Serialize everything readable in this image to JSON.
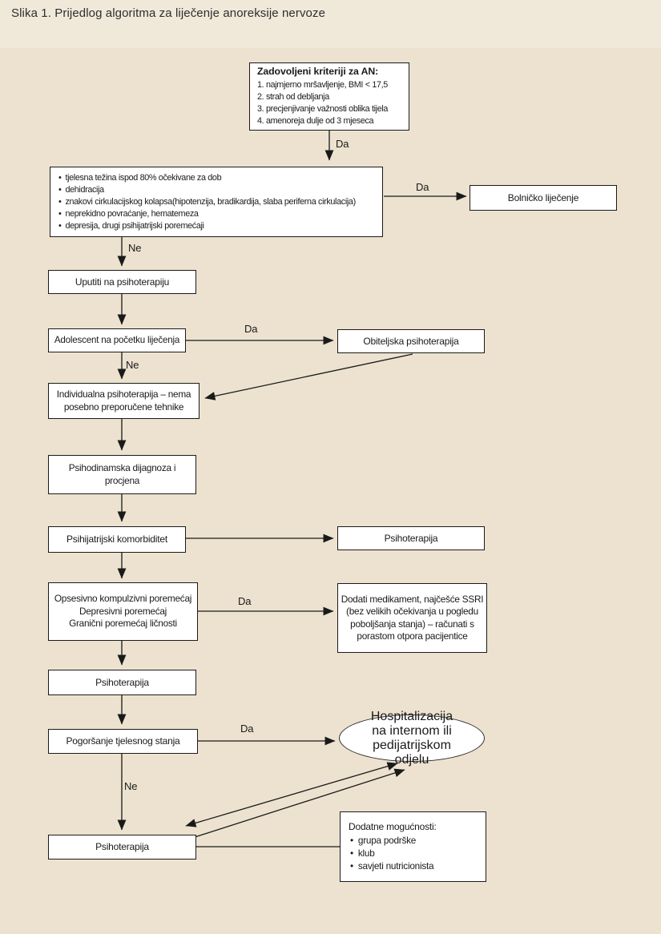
{
  "title": "Slika 1. Prijedlog algoritma za liječenje anoreksije nervoze",
  "colors": {
    "page_background": "#f0e9da",
    "diagram_background": "#ece2cf",
    "box_background": "#ffffff",
    "box_border": "#1a1a1a",
    "text": "#1a1a1a"
  },
  "flowchart": {
    "edge_labels": {
      "da": "Da",
      "ne": "Ne"
    },
    "nodes": {
      "criteria": {
        "heading": "Zadovoljeni kriteriji za AN:",
        "items": [
          "1. najmjerno mršavljenje, BMI < 17,5",
          "2. strah od debljanja",
          "3. precjenjivanje važnosti oblika tijela",
          "4. amenoreja dulje od 3 mjeseca"
        ]
      },
      "indications": {
        "items": [
          "tjelesna težina ispod 80% očekivane za dob",
          "dehidracija",
          "znakovi cirkulacijskog kolapsa(hipotenzija, bradikardija, slaba periferna cirkulacija)",
          "neprekidno povraćanje, hematemeza",
          "depresija, drugi psihijatrijski poremećaji"
        ]
      },
      "bolnicko": {
        "label": "Bolničko liječenje"
      },
      "uputiti": {
        "label": "Uputiti na psihoterapiju"
      },
      "adolescent": {
        "label": "Adolescent na početku liječenja"
      },
      "obiteljska": {
        "label": "Obiteljska psihoterapija"
      },
      "individualna": {
        "lines": [
          "Individualna psihoterapija – nema",
          "posebno preporučene tehnike"
        ]
      },
      "psihodinamska": {
        "lines": [
          "Psihodinamska dijagnoza i",
          "procjena"
        ]
      },
      "komorbiditet": {
        "label": "Psihijatrijski komorbiditet"
      },
      "psihoterapija1": {
        "label": "Psihoterapija"
      },
      "poremecaji": {
        "lines": [
          "Opsesivno kompulzivni poremećaj",
          "Depresivni poremećaj",
          "Granični poremećaj ličnosti"
        ]
      },
      "medikament": {
        "lines": [
          "Dodati medikament, najčešće SSRI",
          "(bez velikih očekivanja u pogledu",
          "poboljšanja stanja) – računati s",
          "porastom otpora pacijentice"
        ]
      },
      "psihoterapija2": {
        "label": "Psihoterapija"
      },
      "pogorsanje": {
        "label": "Pogoršanje tjelesnog stanja"
      },
      "hospitalizacija": {
        "lines": [
          "Hospitalizacija",
          "na internom ili pedijatrijskom",
          "odjelu"
        ]
      },
      "psihoterapija3": {
        "label": "Psihoterapija"
      },
      "dodatne": {
        "heading": "Dodatne mogućnosti:",
        "items": [
          "grupa podrške",
          "klub",
          "savjeti nutricionista"
        ]
      }
    }
  }
}
